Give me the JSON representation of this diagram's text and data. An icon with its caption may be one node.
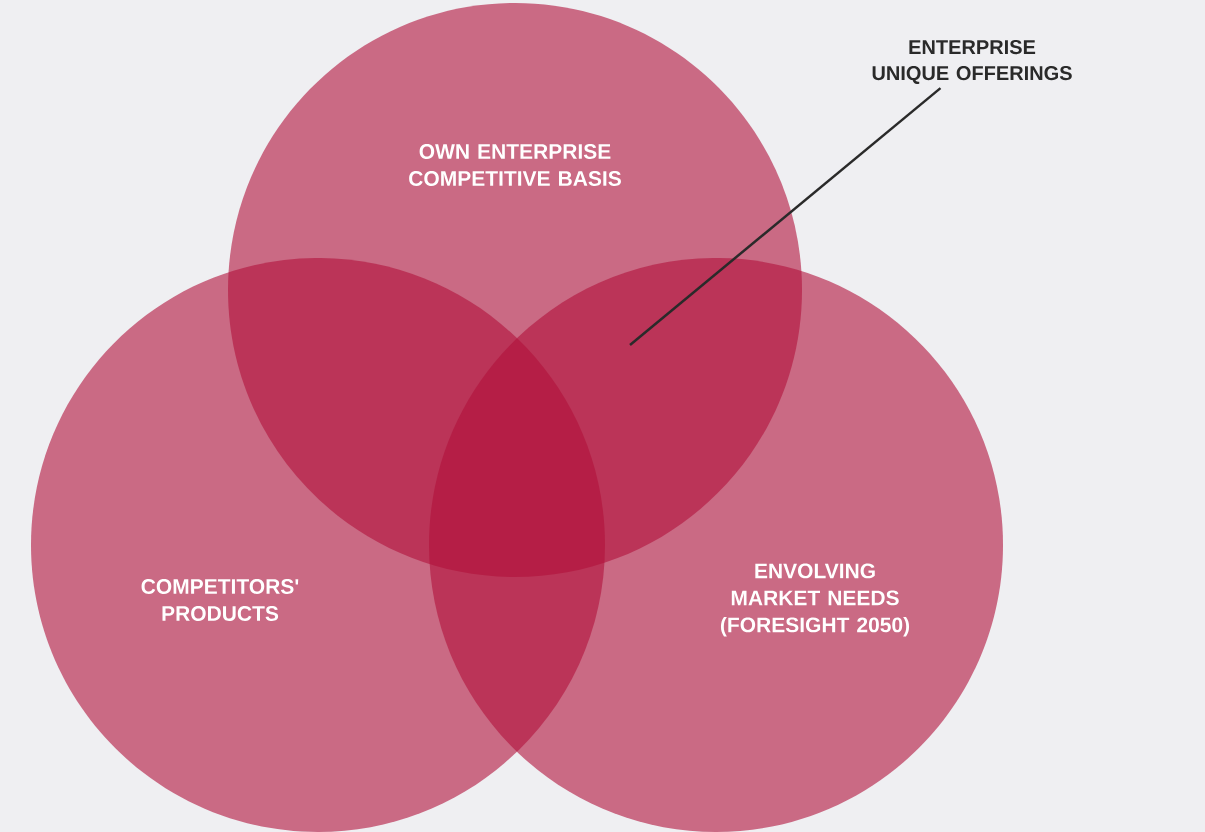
{
  "diagram": {
    "nodes": [
      {
        "text": [
          "OWN ENTERPRISE COMPETITIVE BASIS"
        ]
      },
      {
        "text": [
          "COMPETITORS' PRODUCTS"
        ]
      },
      {
        "text": [
          "ENVOLVING MARKET NEEDS (FORESIGHT 2050)"
        ]
      },
      {
        "text": [
          "ENTERPRISE UNIQUE OFFERINGS"
        ]
      }
    ],
    "edges": [
      {
        "from": 3,
        "to": 2,
        "arrow": "none"
      }
    ]
  }
}
